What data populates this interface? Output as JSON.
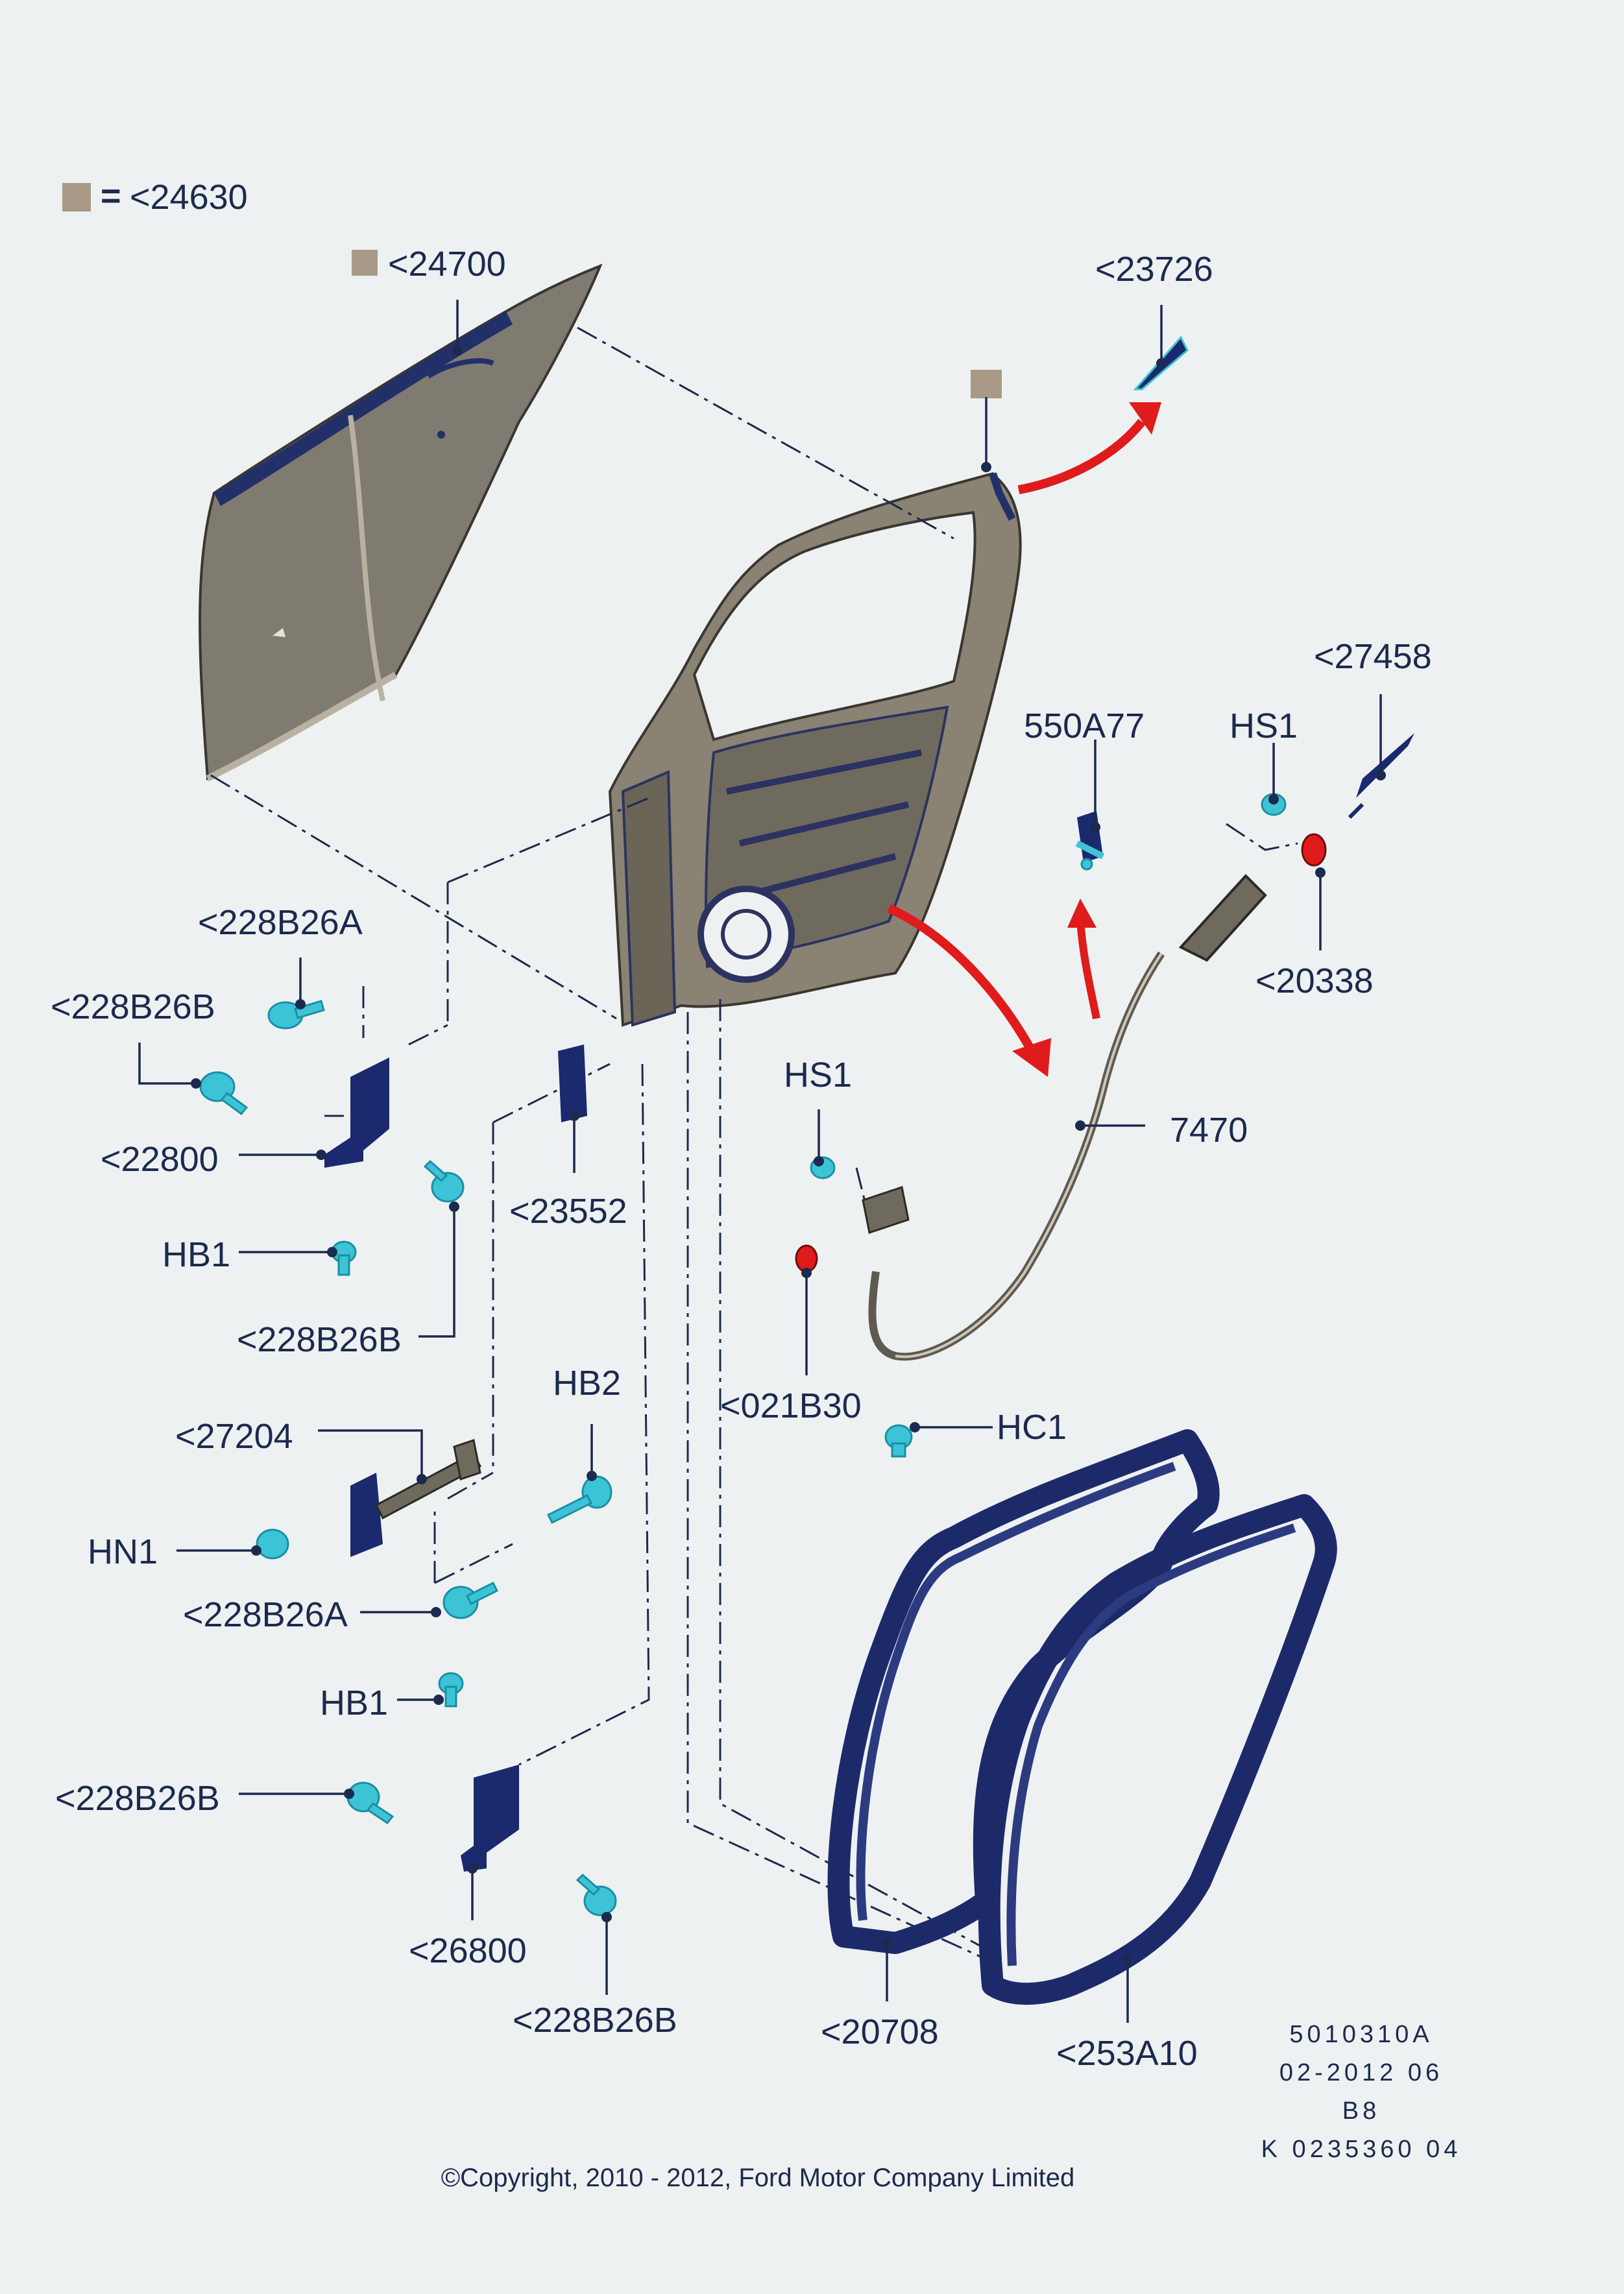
{
  "legend": {
    "swatch_color": "#a89a86",
    "equals": "=",
    "text": "<24630"
  },
  "labels": {
    "p24700": "<24700",
    "p23726": "<23726",
    "p27458": "<27458",
    "p550a77": "550A77",
    "hs1_top": "HS1",
    "p20338": "<20338",
    "p7470": "7470",
    "hs1_mid": "HS1",
    "p021b30": "<021B30",
    "hc1": "HC1",
    "p228b26a_top": "<228B26A",
    "p228b26b_top": "<228B26B",
    "p22800": "<22800",
    "hb1_top": "HB1",
    "p228b26b_mid": "<228B26B",
    "p23552": "<23552",
    "p27204": "<27204",
    "hb2": "HB2",
    "hn1": "HN1",
    "p228b26a_low": "<228B26A",
    "hb1_low": "HB1",
    "p228b26b_low": "<228B26B",
    "p26800": "<26800",
    "p228b26b_bottom": "<228B26B",
    "p20708": "<20708",
    "p253a10": "<253A10"
  },
  "code_block": {
    "line1": "5010310A",
    "line2": "02-2012 06",
    "line3": "B8",
    "line4": "K 0235360 04"
  },
  "copyright": "©Copyright, 2010 - 2012, Ford Motor Company Limited",
  "colors": {
    "label": "#1b2a4e",
    "swatch": "#a89a86",
    "fastener": "#3cc4d6",
    "seal": "#1d2a6a",
    "arrow": "#e01b1b",
    "panel": "#7e7a6e"
  }
}
